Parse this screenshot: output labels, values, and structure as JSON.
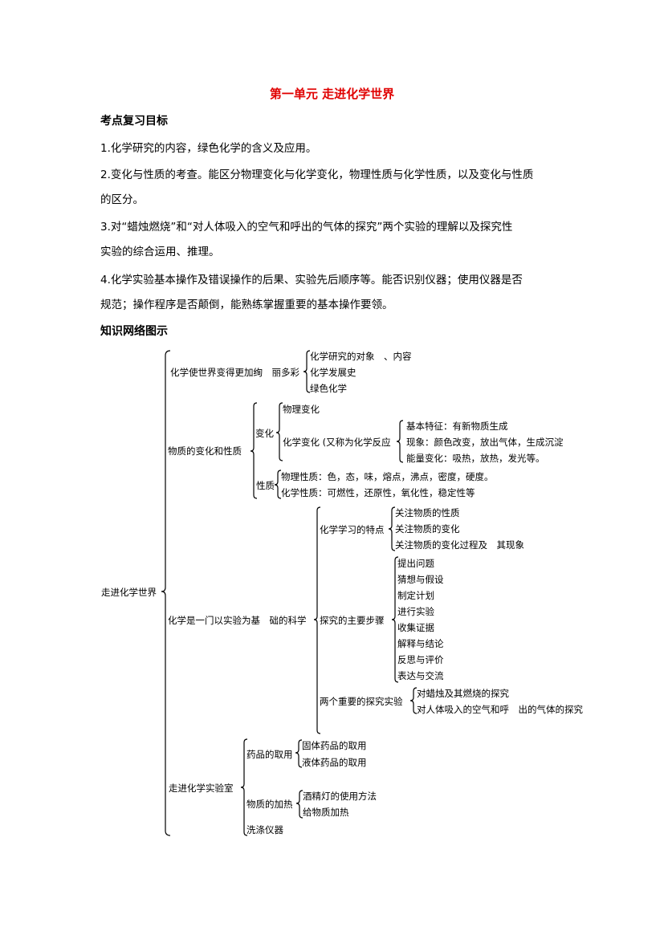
{
  "title": "第一单元 走进化学世界",
  "review": {
    "heading": "考点复习目标",
    "items": [
      "1.化学研究的内容，绿色化学的含义及应用。",
      "2.变化与性质的考查。能区分物理变化与化学变化，物理性质与化学性质，以及变化与性质",
      "的区分。",
      "3.对“蜡烛燃烧”和“对人体吸入的空气和呼出的气体的探究”两个实验的理解以及探究性",
      "实验的综合运用、推理。",
      "4.化学实验基本操作及错误操作的后果、实验先后顺序等。能否识别仪器；使用仪器是否",
      "规范；操作程序是否颠倒，能熟练掌握重要的基本操作要领。"
    ]
  },
  "network": {
    "heading": "知识网络图示",
    "root": "走进化学世界",
    "colorful": {
      "label": "化学使世界变得更加绚　丽多彩",
      "items": [
        "化学研究的对象　、内容",
        "化学发展史",
        "绿色化学"
      ]
    },
    "change": {
      "label": "物质的变化和性质",
      "bianhua": "变化",
      "physical_change": "物理变化",
      "chemical_change": "化学变化 (又称为化学反应",
      "chem_items": [
        "基本特征：有新物质生成",
        "现象：颜色改变，放出气体，生成沉淀",
        "能量变化：吸热，放热，发光等。"
      ],
      "xingzhi": "性质",
      "properties": [
        "物理性质：色，态，味，熔点，沸点，密度，硬度。",
        "化学性质：可燃性，还原性，氧化性，稳定性等"
      ]
    },
    "science": {
      "label": "化学是一门以实验为基　础的科学",
      "features_label": "化学学习的特点",
      "features": [
        "关注物质的性质",
        "关注物质的变化",
        "关注物质的变化过程及　其现象"
      ],
      "steps_label": "探究的主要步骤",
      "steps": [
        "提出问题",
        "猜想与假设",
        "制定计划",
        "进行实验",
        "收集证据",
        "解释与结论",
        "反思与评价",
        "表达与交流"
      ],
      "exp_label": "两个重要的探究实验",
      "experiments": [
        "对蜡烛及其燃烧的探究",
        "对人体吸入的空气和呼　出的气体的探究"
      ]
    },
    "lab": {
      "label": "走进化学实验室",
      "drugs_label": "药品的取用",
      "drugs": [
        "固体药品的取用",
        "液体药品的取用"
      ],
      "heat_label": "物质的加热",
      "heat": [
        "酒精灯的使用方法",
        "给物质加热"
      ],
      "wash": "洗涤仪器"
    }
  }
}
